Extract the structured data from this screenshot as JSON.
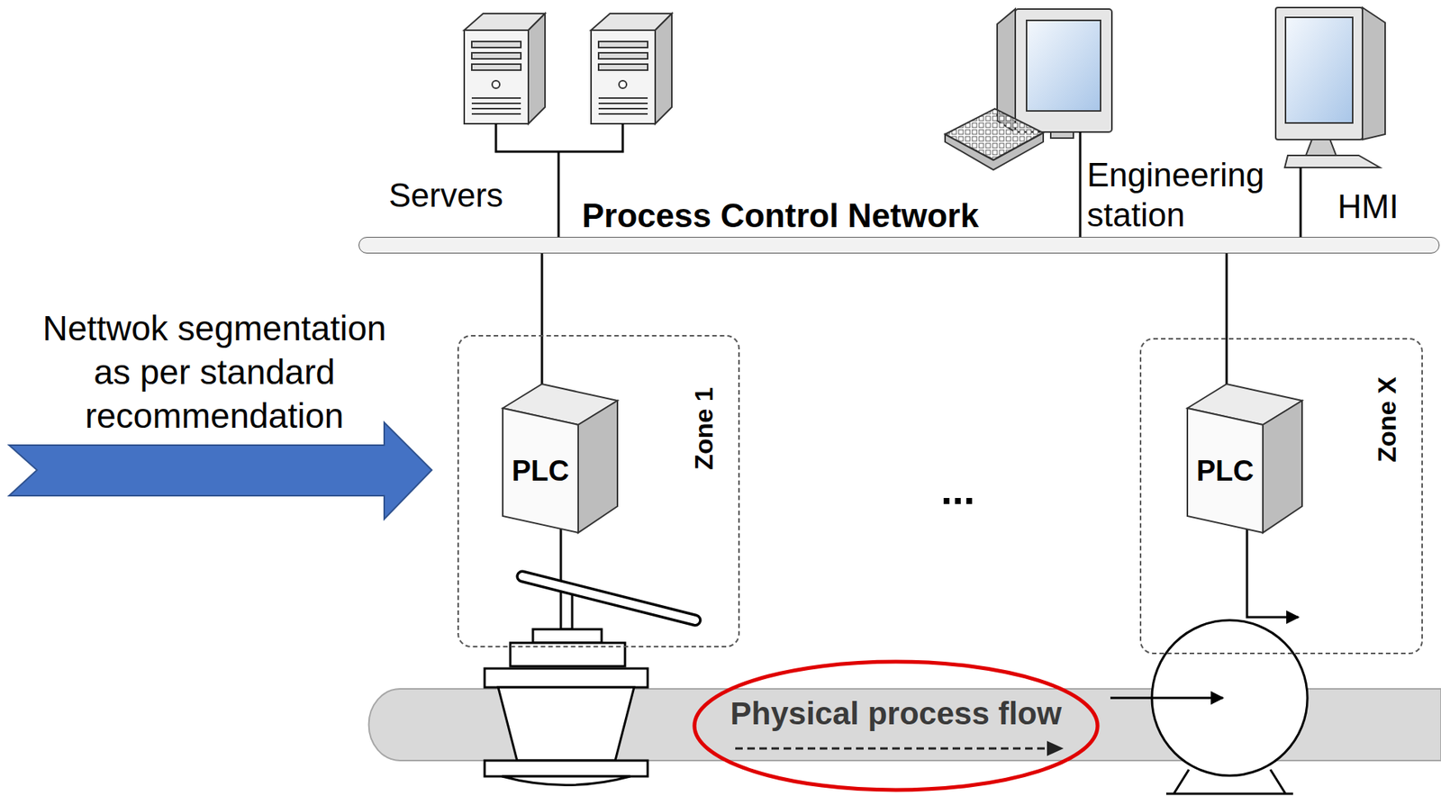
{
  "diagram": {
    "nodes": [
      {
        "text": [
          "Process Control Network"
        ]
      },
      {
        "text": [
          "Zone 1"
        ]
      },
      {
        "text": [
          "PLC"
        ],
        "in": 1
      },
      {
        "text": [
          "Zone X"
        ]
      },
      {
        "text": [
          "PLC"
        ],
        "in": 3
      },
      {
        "text": [
          "Physical process flow"
        ]
      }
    ],
    "edges": [
      {
        "from": 2,
        "to": 0,
        "arrow": "none"
      },
      {
        "from": 4,
        "to": 0,
        "arrow": "none"
      }
    ],
    "labels": [
      "Servers",
      "Engineering station",
      "HMI",
      "Nettwok segmentation as per standard recommendation",
      "..."
    ]
  }
}
